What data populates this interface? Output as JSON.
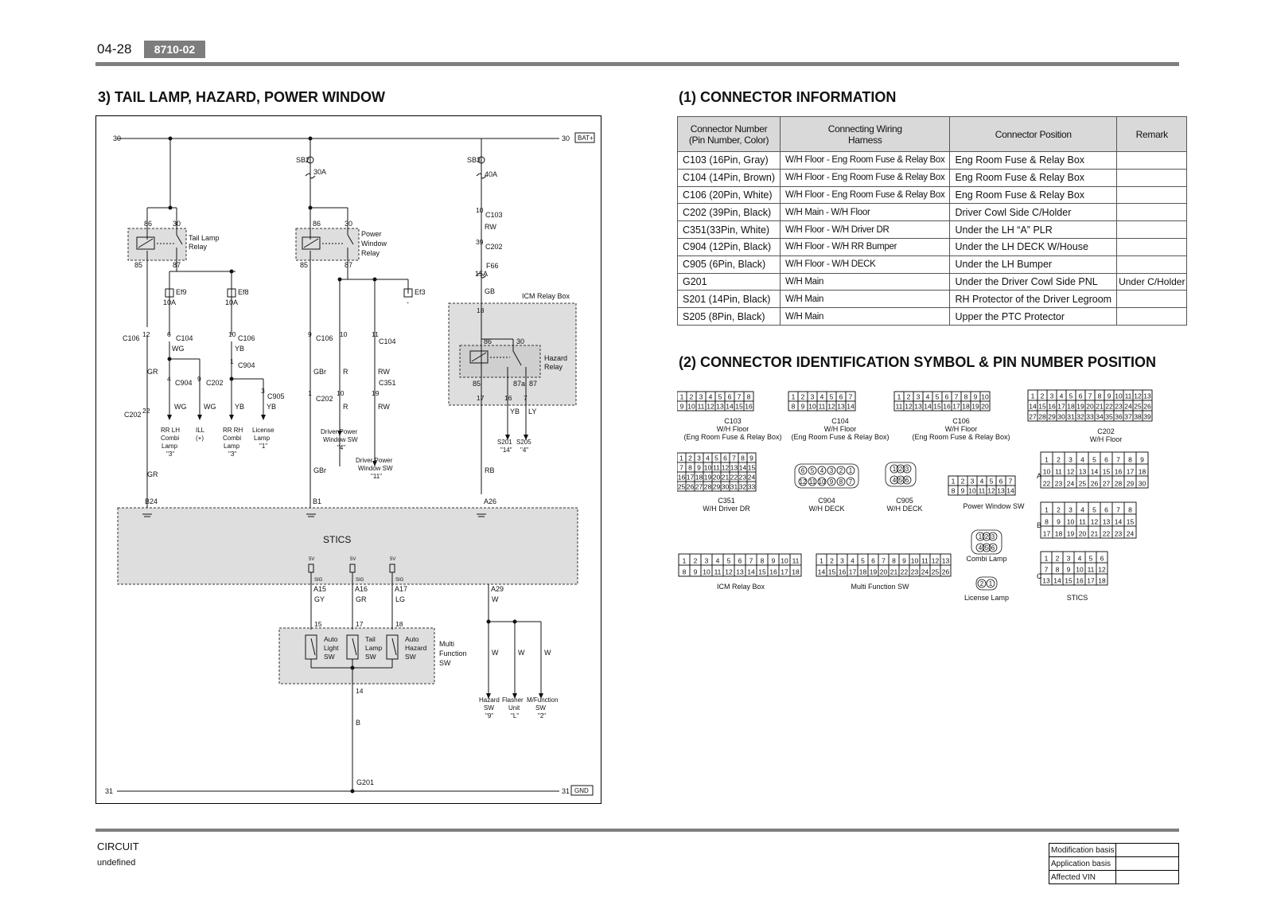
{
  "header": {
    "page_number": "04-28",
    "section_code": "8710-02"
  },
  "left_title": "3) TAIL LAMP, HAZARD, POWER WINDOW",
  "circuit": {
    "rail_top": {
      "left": "30",
      "right": "30",
      "tag": "BAT+"
    },
    "rail_bottom": {
      "left": "31",
      "right": "31",
      "tag": "GND"
    },
    "fuses": [
      {
        "id": "SB2",
        "rating": "30A"
      },
      {
        "id": "SB3",
        "rating": "40A"
      },
      {
        "id": "F66",
        "rating": "15A"
      },
      {
        "id": "Ef9",
        "rating": "10A"
      },
      {
        "id": "Ef8",
        "rating": "10A"
      },
      {
        "id": "Ef3",
        "rating": "-"
      }
    ],
    "relays": [
      {
        "name": "Tail Lamp Relay",
        "lines": [
          "Tail Lamp",
          "Relay"
        ],
        "pins": [
          "86",
          "30",
          "85",
          "87"
        ]
      },
      {
        "name": "Power Window Relay",
        "lines": [
          "Power",
          "Window",
          "Relay"
        ],
        "pins": [
          "86",
          "30",
          "85",
          "87"
        ]
      },
      {
        "name": "Hazard Relay",
        "lines": [
          "Hazard",
          "Relay"
        ],
        "pins": [
          "86",
          "30",
          "85",
          "87a",
          "87"
        ]
      }
    ],
    "icm_box": "ICM Relay Box",
    "stics": "STICS",
    "connector_labels": [
      "C106",
      "C104",
      "C106",
      "C904",
      "C202",
      "C905",
      "C202",
      "C106",
      "C104",
      "C351",
      "C202",
      "C103",
      "C202"
    ],
    "pin_labels": [
      "12",
      "6",
      "10",
      "1",
      "4",
      "9",
      "3",
      "22",
      "9",
      "10",
      "11",
      "1",
      "10",
      "19",
      "10",
      "39",
      "18",
      "17",
      "16",
      "7"
    ],
    "wire_colors": [
      "GR",
      "WG",
      "YB",
      "GR",
      "WG",
      "WG",
      "YB",
      "YB",
      "GBr",
      "R",
      "RW",
      "R",
      "RW",
      "RW",
      "GB",
      "YB",
      "LY",
      "GR",
      "GBr",
      "RB",
      "GY",
      "GR",
      "LG",
      "W",
      "W",
      "W",
      "W",
      "B"
    ],
    "stics_pins": [
      "B24",
      "B1",
      "A26",
      "A15",
      "A16",
      "A17",
      "A29"
    ],
    "stics_voltage": "5V",
    "stics_sig": "SIG",
    "multi_function_pins": [
      "15",
      "17",
      "18",
      "14"
    ],
    "ground": "G201",
    "loads": [
      {
        "lines": [
          "RR LH",
          "Combi",
          "Lamp",
          "\"3\""
        ]
      },
      {
        "lines": [
          "ILL",
          "(+)"
        ]
      },
      {
        "lines": [
          "RR RH",
          "Combi",
          "Lamp",
          "\"3\""
        ]
      },
      {
        "lines": [
          "License",
          "Lamp",
          "\"1\""
        ]
      },
      {
        "lines": [
          "Driver Power",
          "Window SW",
          "\"4\""
        ]
      },
      {
        "lines": [
          "Driver Power",
          "Window SW",
          "\"11\""
        ]
      },
      {
        "lines": [
          "S201",
          "\"14\""
        ]
      },
      {
        "lines": [
          "S205",
          "\"4\""
        ]
      },
      {
        "lines": [
          "Hazard",
          "SW",
          "\"9\""
        ]
      },
      {
        "lines": [
          "Flasher",
          "Unit",
          "\"L\""
        ]
      },
      {
        "lines": [
          "M/Function",
          "SW",
          "\"2\""
        ]
      }
    ],
    "switches": [
      {
        "lines": [
          "Auto",
          "Light",
          "SW"
        ]
      },
      {
        "lines": [
          "Tail",
          "Lamp",
          "SW"
        ]
      },
      {
        "lines": [
          "Auto",
          "Hazard",
          "SW"
        ]
      }
    ],
    "multi_function_sw": [
      "Multi",
      "Function",
      "SW"
    ]
  },
  "connector_info": {
    "title": "(1) CONNECTOR INFORMATION",
    "headers": {
      "number": [
        "Connector Number",
        "(Pin Number, Color)"
      ],
      "harness": [
        "Connecting Wiring",
        "Harness"
      ],
      "position": "Connector Position",
      "remark": "Remark"
    },
    "rows": [
      [
        "C103 (16Pin, Gray)",
        "W/H Floor - Eng Room Fuse & Relay Box",
        "Eng Room Fuse & Relay Box",
        ""
      ],
      [
        "C104 (14Pin, Brown)",
        "W/H Floor - Eng Room Fuse & Relay Box",
        "Eng Room Fuse & Relay Box",
        ""
      ],
      [
        "C106 (20Pin, White)",
        "W/H Floor - Eng Room Fuse & Relay Box",
        "Eng Room Fuse & Relay Box",
        ""
      ],
      [
        "C202 (39Pin, Black)",
        "W/H Main - W/H Floor",
        "Driver Cowl Side C/Holder",
        ""
      ],
      [
        "C351(33Pin, White)",
        "W/H Floor - W/H Driver DR",
        "Under the LH “A” PLR",
        ""
      ],
      [
        "C904 (12Pin, Black)",
        "W/H Floor - W/H RR Bumper",
        "Under the LH DECK W/House",
        ""
      ],
      [
        "C905 (6Pin, Black)",
        "W/H Floor - W/H DECK",
        "Under the LH Bumper",
        ""
      ],
      [
        "G201",
        "W/H Main",
        "Under the Driver Cowl Side PNL",
        "Under C/Holder"
      ],
      [
        "S201 (14Pin, Black)",
        "W/H Main",
        "RH Protector of the Driver Legroom",
        ""
      ],
      [
        "S205 (8Pin, Black)",
        "W/H Main",
        "Upper the PTC Protector",
        ""
      ]
    ]
  },
  "connector_symbols": {
    "title": "(2) CONNECTOR IDENTIFICATION SYMBOL & PIN NUMBER POSITION",
    "connectors": [
      {
        "lines": [
          "C103",
          "W/H Floor",
          "(Eng Room Fuse & Relay Box)"
        ]
      },
      {
        "lines": [
          "C104",
          "W/H Floor",
          "(Eng Room Fuse & Relay Box)"
        ]
      },
      {
        "lines": [
          "C106",
          "W/H Floor",
          "(Eng Room Fuse & Relay Box)"
        ]
      },
      {
        "lines": [
          "C202",
          "W/H Floor"
        ]
      },
      {
        "lines": [
          "C351",
          "W/H Driver DR"
        ]
      },
      {
        "lines": [
          "C904",
          "W/H DECK"
        ]
      },
      {
        "lines": [
          "C905",
          "W/H DECK"
        ]
      },
      {
        "lines": [
          "Power Window SW"
        ]
      },
      {
        "lines": [
          "STICS"
        ],
        "rows": [
          "A",
          "B",
          "C"
        ]
      },
      {
        "lines": [
          "ICM Relay Box"
        ]
      },
      {
        "lines": [
          "Multi Function SW"
        ]
      },
      {
        "lines": [
          "Combi Lamp"
        ]
      },
      {
        "lines": [
          "License Lamp"
        ]
      }
    ]
  },
  "footer": {
    "section": "CIRCUIT",
    "note": "undefined",
    "mod_labels": [
      "Modification basis",
      "Application basis",
      "Affected VIN"
    ]
  }
}
